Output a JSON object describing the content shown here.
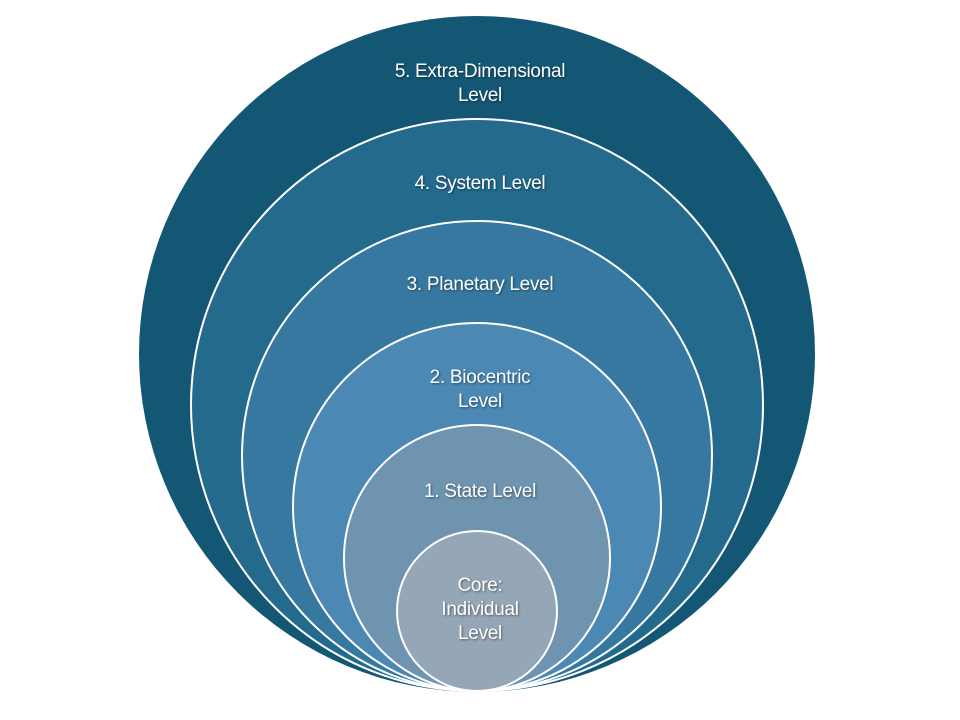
{
  "diagram": {
    "type": "nested-circles",
    "levels": [
      {
        "id": "level-5",
        "label": "5. Extra-Dimensional\nLevel",
        "color": "#145775"
      },
      {
        "id": "level-4",
        "label": "4. System Level",
        "color": "#236a8d"
      },
      {
        "id": "level-3",
        "label": "3. Planetary Level",
        "color": "#36789f"
      },
      {
        "id": "level-2",
        "label": "2. Biocentric\nLevel",
        "color": "#4b88b4"
      },
      {
        "id": "level-1",
        "label": "1. State Level",
        "color": "#6f94b0"
      },
      {
        "id": "core",
        "label": "Core:\nIndividual\nLevel",
        "color": "#95a6b6"
      }
    ]
  }
}
